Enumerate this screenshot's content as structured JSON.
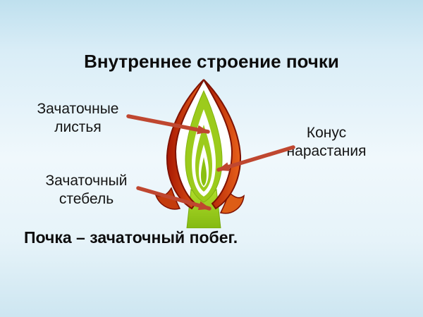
{
  "slide": {
    "title": "Внутреннее строение почки",
    "caption": "Почка – зачаточный побег."
  },
  "labels": {
    "leaves": "Зачаточные\nлистья",
    "cone": "Конус\nнарастания",
    "stem": "Зачаточный\nстебель"
  },
  "colors": {
    "arrow": "#bf4730",
    "bud_scale_dark": "#a81803",
    "bud_scale_orange": "#e8621a",
    "leaf_green": "#9ccb1c",
    "stem_green": "#8cc014",
    "background_blue": "#bfe0ee",
    "text": "#111111"
  }
}
